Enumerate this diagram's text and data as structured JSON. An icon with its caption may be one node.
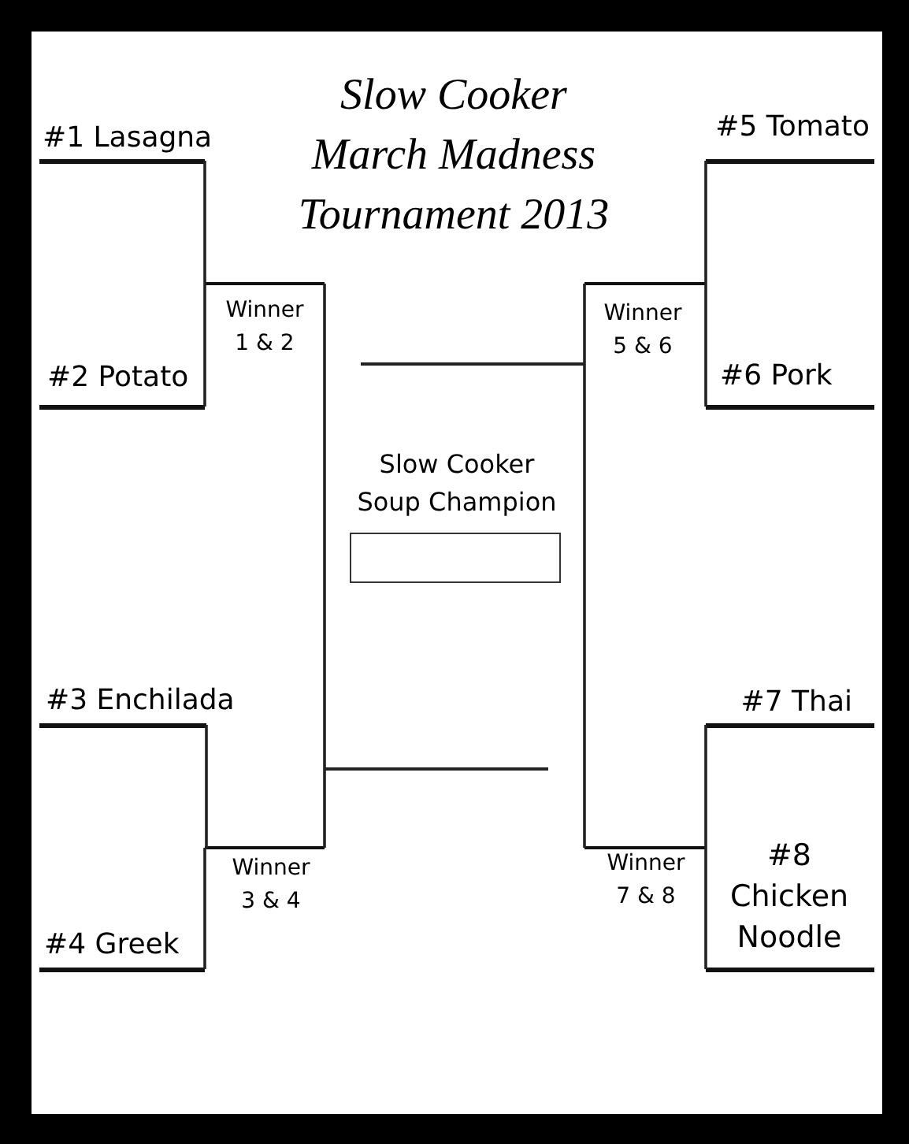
{
  "diagram": {
    "title": "Slow Cooker March Madness Tournament 2013",
    "nodes": [
      {
        "text": [
          "#1 Lasagna"
        ]
      },
      {
        "text": [
          "#5 Tomato"
        ]
      },
      {
        "text": [
          "Winner 1 & 2"
        ]
      },
      {
        "text": [
          "Winner 5 & 6"
        ]
      },
      {
        "text": [
          "#2 Potato"
        ]
      },
      {
        "text": [
          "#6 Pork"
        ]
      },
      {
        "text": [],
        "shape": "line"
      },
      {
        "text": [
          "Slow Cooker Soup Champion"
        ]
      },
      {
        "text": [
          "#3 Enchilada"
        ]
      },
      {
        "text": [
          "#7 Thai"
        ]
      },
      {
        "text": [],
        "shape": "line"
      },
      {
        "text": [
          "Winner 3 & 4"
        ]
      },
      {
        "text": [
          "Winner 7 & 8"
        ]
      },
      {
        "text": [
          "#4 Greek"
        ]
      },
      {
        "text": [
          "#8 Chicken Noodle"
        ]
      }
    ],
    "edges": [
      {
        "from": 0,
        "to": 2,
        "arrow": "none"
      },
      {
        "from": 4,
        "to": 2,
        "arrow": "none"
      },
      {
        "from": 1,
        "to": 3,
        "arrow": "none"
      },
      {
        "from": 5,
        "to": 3,
        "arrow": "none"
      },
      {
        "from": 2,
        "to": 10,
        "arrow": "none"
      },
      {
        "from": 11,
        "to": 10,
        "arrow": "none"
      },
      {
        "from": 3,
        "to": 6,
        "arrow": "none"
      },
      {
        "from": 12,
        "to": 6,
        "arrow": "none"
      },
      {
        "from": 8,
        "to": 11,
        "arrow": "none"
      },
      {
        "from": 13,
        "to": 11,
        "arrow": "none"
      },
      {
        "from": 9,
        "to": 12,
        "arrow": "none"
      },
      {
        "from": 14,
        "to": 12,
        "arrow": "none"
      }
    ]
  }
}
